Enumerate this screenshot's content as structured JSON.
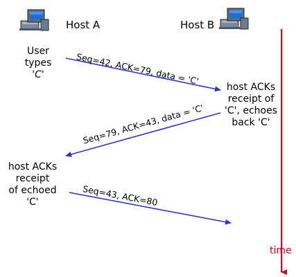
{
  "host_a": {
    "label": "Host A",
    "icon": "computer-icon"
  },
  "host_b": {
    "label": "Host B",
    "icon": "computer-icon"
  },
  "notes": {
    "a_user": {
      "line1": "User",
      "line2": "types",
      "line3": "'C'"
    },
    "b_ack": {
      "line1": "host ACKs",
      "line2": "receipt of",
      "line3": "'C', echoes",
      "line4": "back 'C'"
    },
    "a_ack": {
      "line1": "host ACKs",
      "line2": "receipt",
      "line3": "of echoed",
      "line4": "'C'"
    }
  },
  "messages": [
    {
      "text": "Seq=42, ACK=79, data = 'C'"
    },
    {
      "text": "Seq=79, ACK=43, data = 'C'"
    },
    {
      "text": "Seq=43, ACK=80"
    }
  ],
  "time_label": "time",
  "colors": {
    "arrow": "#3333cc",
    "timeline": "#e0001a",
    "text": "#000000"
  }
}
